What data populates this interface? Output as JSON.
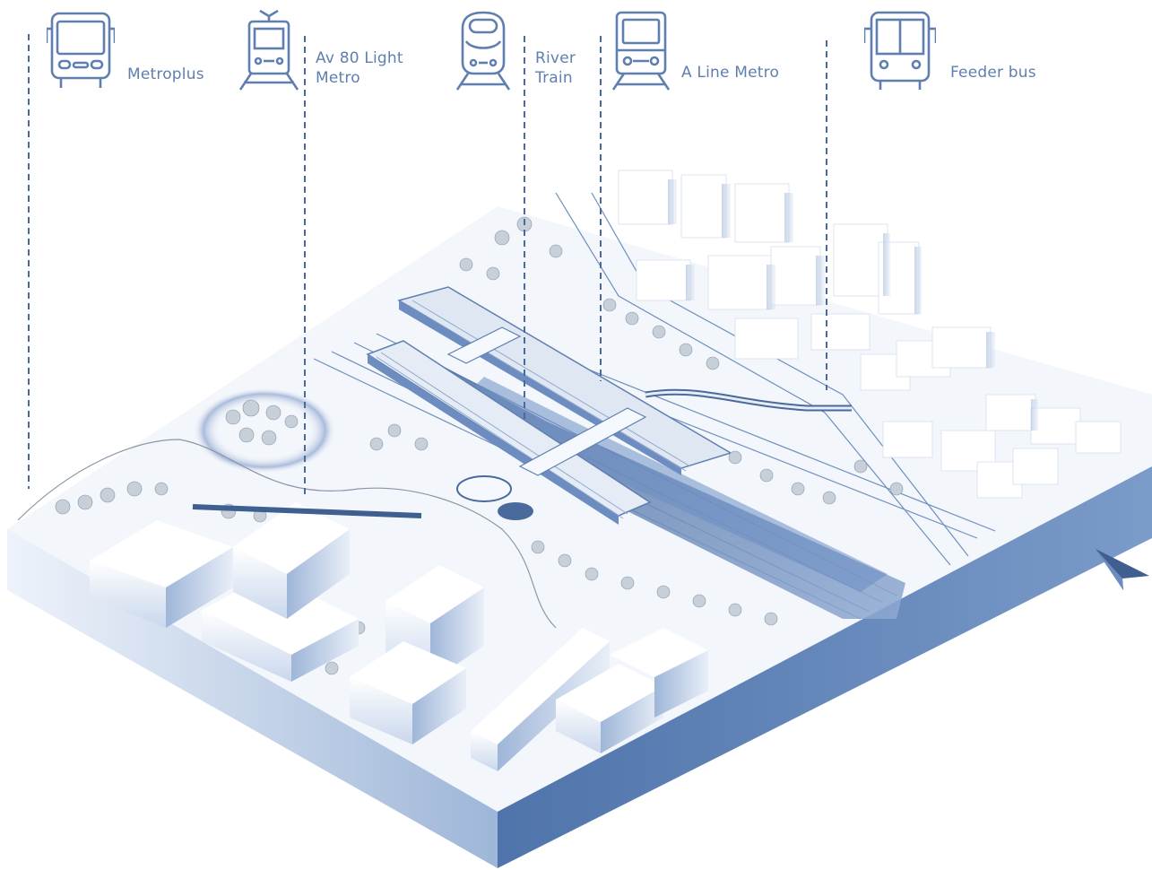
{
  "colors": {
    "accent": "#5f7fb0",
    "dark_blue": "#4a6a9c",
    "slab_side": "#5c80b4",
    "slab_front": "#a9bfdd",
    "ground": "#eef3fa",
    "building": "#ffffff"
  },
  "legend": [
    {
      "name": "metroplus",
      "icon": "bus-front-icon",
      "lines": [
        "Metroplus"
      ]
    },
    {
      "name": "light-metro",
      "icon": "tram-icon",
      "lines": [
        "Av 80 Light",
        "Metro"
      ]
    },
    {
      "name": "river-train",
      "icon": "high-speed-train-icon",
      "lines": [
        "River",
        "Train"
      ]
    },
    {
      "name": "a-line-metro",
      "icon": "metro-train-icon",
      "lines": [
        "A Line Metro"
      ]
    },
    {
      "name": "feeder-bus",
      "icon": "feeder-bus-icon",
      "lines": [
        "Feeder bus"
      ]
    }
  ],
  "north_arrow": {
    "icon": "north-arrow-icon"
  }
}
